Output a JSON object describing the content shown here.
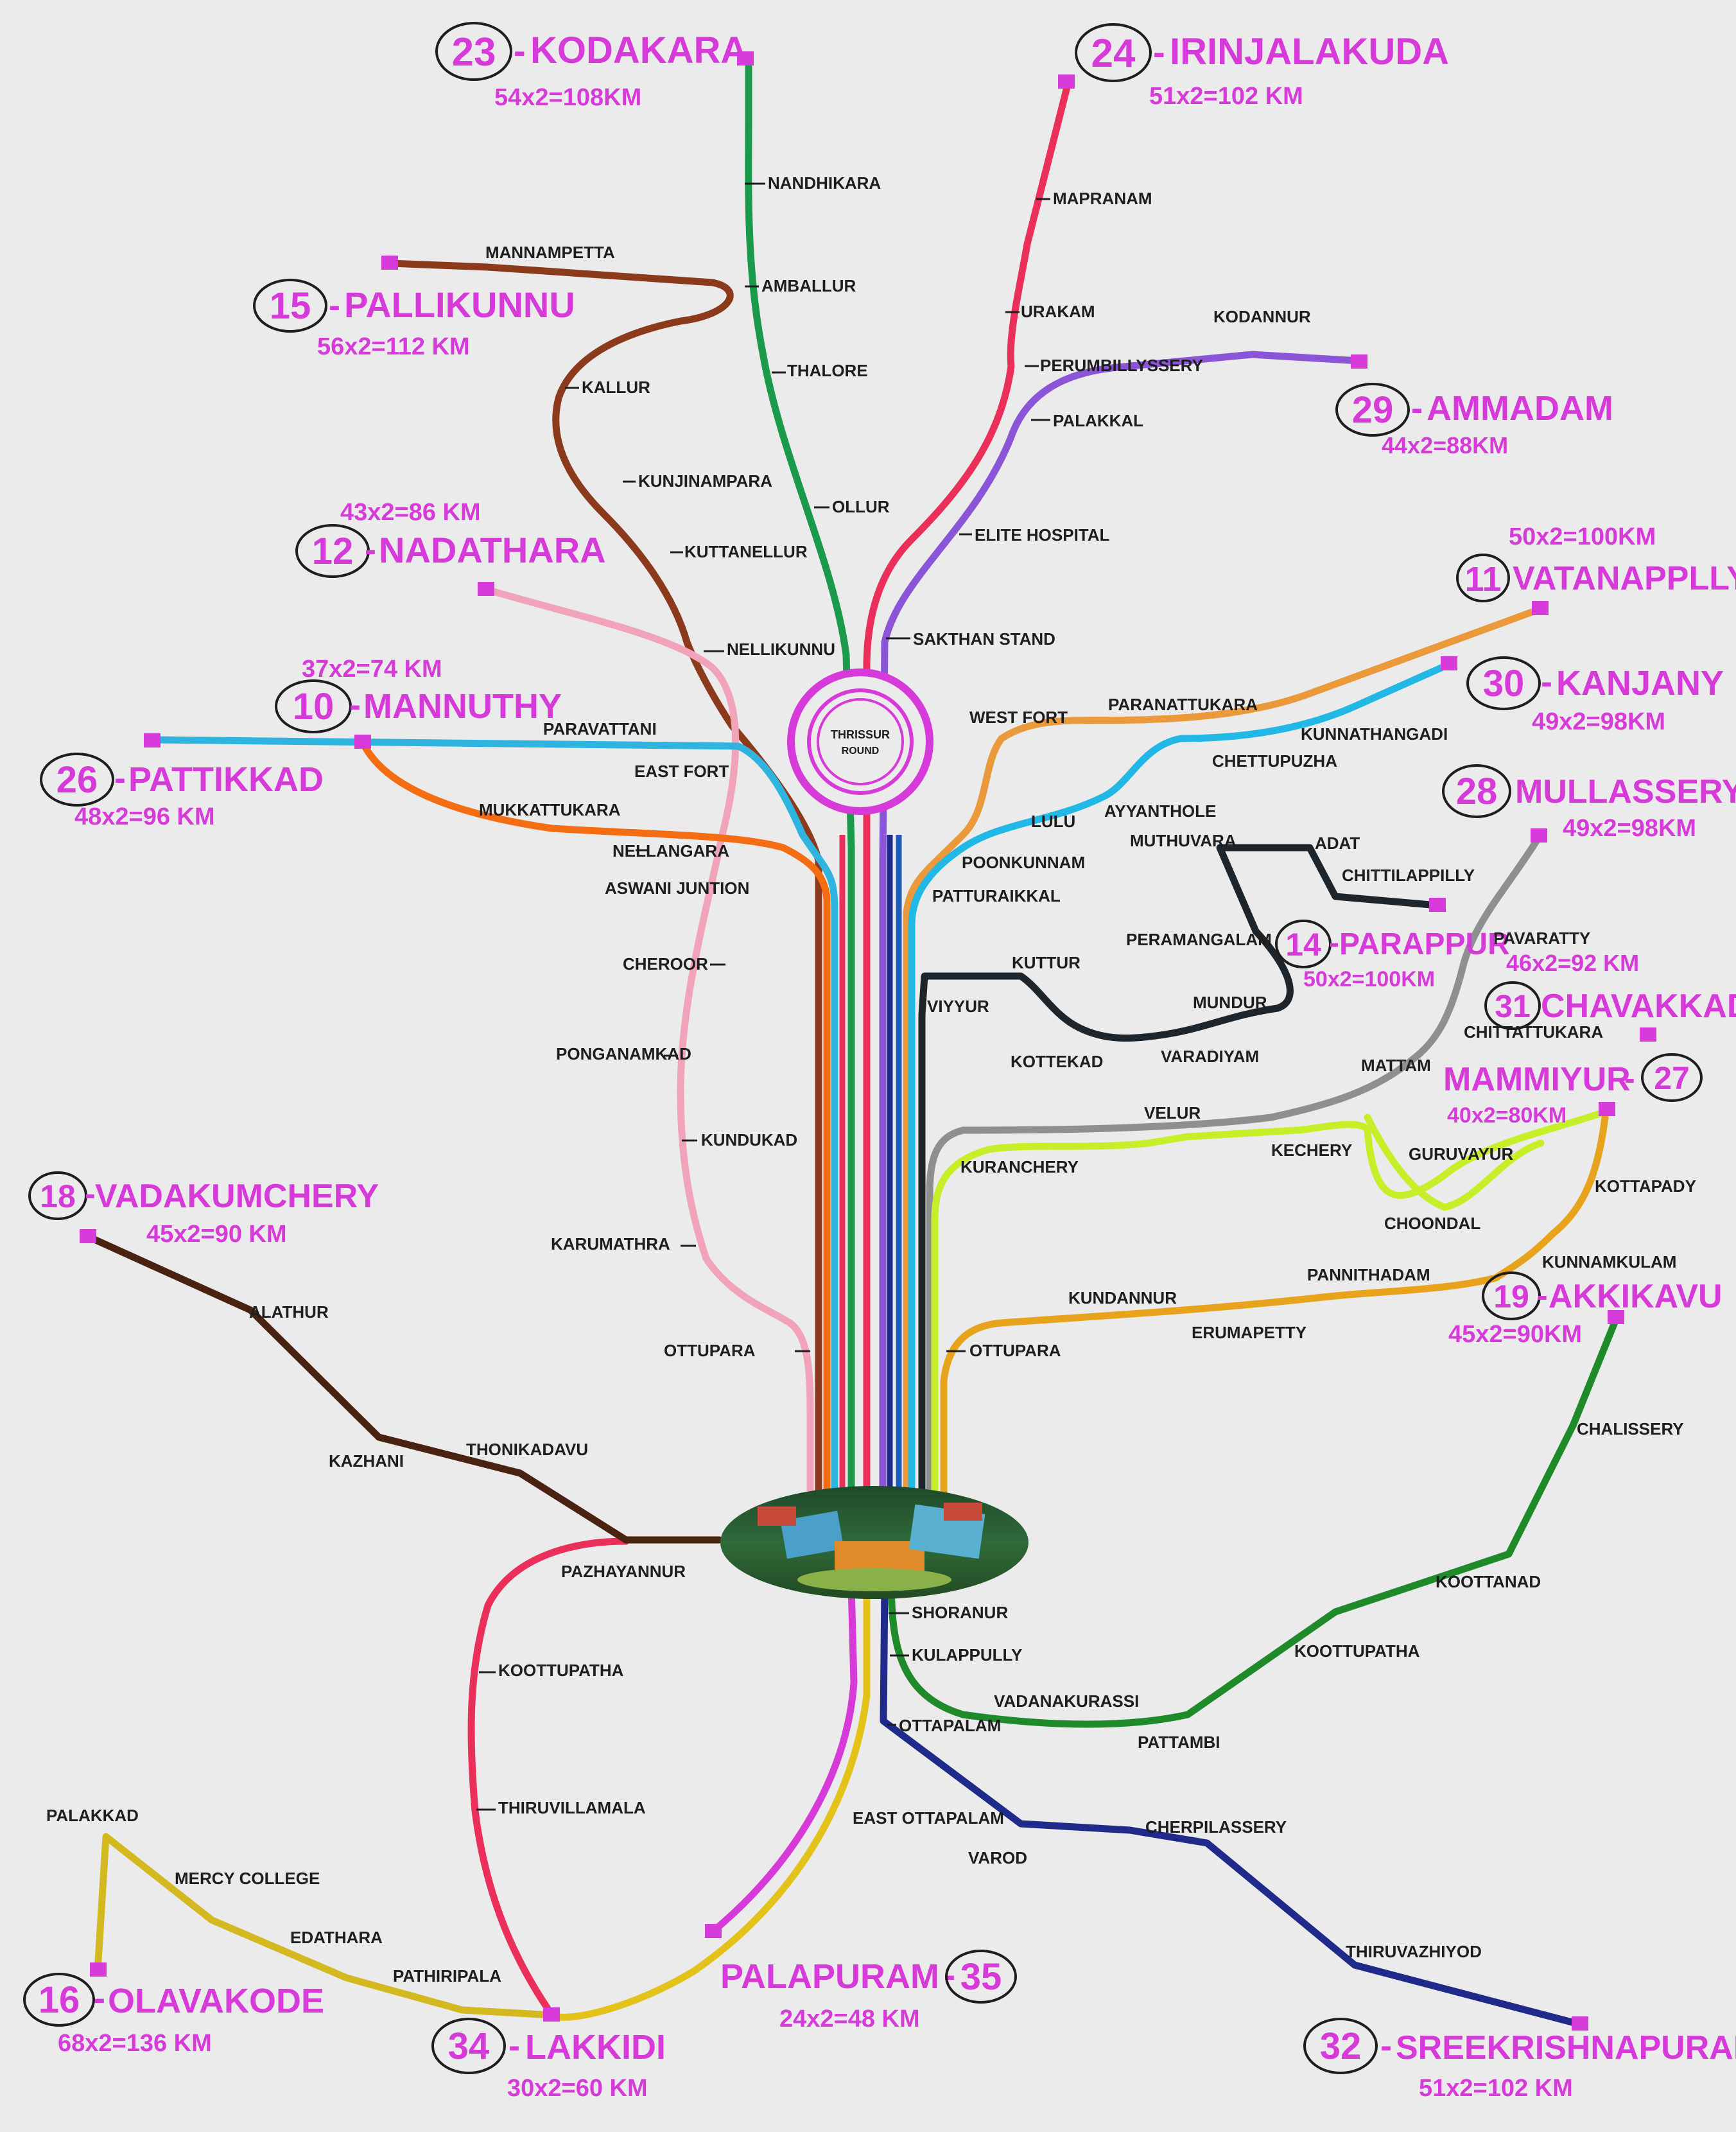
{
  "hub": {
    "line1": "THRISSUR",
    "line2": "ROUND"
  },
  "colors": {
    "magenta": "#d63ad8",
    "line_green": "#1a9a4a",
    "line_red": "#ea2f5a",
    "line_purple": "#8a55d6",
    "line_brown": "#8b3a1c",
    "line_pink": "#f1a3b9",
    "line_orange": "#f46d12",
    "line_cyan": "#2fb4e0",
    "line_blue": "#1e5cb8",
    "line_yellow": "#e3c21a",
    "line_navy": "#1f2a8a",
    "line_gray": "#8f8f8f",
    "line_lime": "#c6ef2a",
    "line_dark": "#1f262b",
    "line_darkgreen": "#1f8a2a",
    "line_gold": "#e8a31c",
    "line_darkbrown": "#4a2212"
  },
  "routes": [
    {
      "id": "r23",
      "number": "23",
      "name": "KODAKARA",
      "distance": "54x2=108KM"
    },
    {
      "id": "r24",
      "number": "24",
      "name": "IRINJALAKUDA",
      "distance": "51x2=102 KM"
    },
    {
      "id": "r15",
      "number": "15",
      "name": "PALLIKUNNU",
      "distance": "56x2=112 KM"
    },
    {
      "id": "r29",
      "number": "29",
      "name": "AMMADAM",
      "distance": "44x2=88KM"
    },
    {
      "id": "r12",
      "number": "12",
      "name": "NADATHARA",
      "distance": "43x2=86 KM"
    },
    {
      "id": "r11",
      "number": "11",
      "name": "VATANAPPLLY",
      "distance": "50x2=100KM"
    },
    {
      "id": "r10",
      "number": "10",
      "name": "MANNUTHY",
      "distance": "37x2=74 KM"
    },
    {
      "id": "r30",
      "number": "30",
      "name": "KANJANY",
      "distance": "49x2=98KM"
    },
    {
      "id": "r26",
      "number": "26",
      "name": "PATTIKKAD",
      "distance": "48x2=96 KM"
    },
    {
      "id": "r28",
      "number": "28",
      "name": "MULLASSERY",
      "distance": "49x2=98KM"
    },
    {
      "id": "r14",
      "number": "14",
      "name": "PARAPPUR",
      "distance": "50x2=100KM"
    },
    {
      "id": "r31",
      "number": "31",
      "name": "CHAVAKKAD",
      "distance": "46x2=92 KM"
    },
    {
      "id": "r27",
      "number": "27",
      "name": "MAMMIYUR",
      "distance": "40x2=80KM"
    },
    {
      "id": "r18",
      "number": "18",
      "name": "VADAKUMCHERY",
      "distance": "45x2=90 KM"
    },
    {
      "id": "r19",
      "number": "19",
      "name": "AKKIKAVU",
      "distance": "45x2=90KM"
    },
    {
      "id": "r16",
      "number": "16",
      "name": "OLAVAKODE",
      "distance": "68x2=136 KM"
    },
    {
      "id": "r34",
      "number": "34",
      "name": "LAKKIDI",
      "distance": "30x2=60 KM"
    },
    {
      "id": "r35",
      "number": "35",
      "name": "PALAPURAM",
      "distance": "24x2=48 KM"
    },
    {
      "id": "r32",
      "number": "32",
      "name": "SREEKRISHNAPURAM",
      "distance": "51x2=102 KM"
    }
  ],
  "stops": {
    "nandhikara": "NANDHIKARA",
    "amballur": "AMBALLUR",
    "thalore": "THALORE",
    "ollur": "OLLUR",
    "mapranam": "MAPRANAM",
    "urakam": "URAKAM",
    "perumbillyssery": "PERUMBILLYSSERY",
    "kodannur": "KODANNUR",
    "palakkal": "PALAKKAL",
    "elite_hospital": "ELITE HOSPITAL",
    "sakthan_stand": "SAKTHAN STAND",
    "mannampetta": "MANNAMPETTA",
    "kallur": "KALLUR",
    "kunjinampara": "KUNJINAMPARA",
    "kuttanellur": "KUTTANELLUR",
    "nellikunnu": "NELLIKUNNU",
    "paravattani": "PARAVATTANI",
    "east_fort": "EAST FORT",
    "mukkattukara": "MUKKATTUKARA",
    "nellangara": "NELLANGARA",
    "aswani_juntion": "ASWANI JUNTION",
    "cheroor": "CHEROOR",
    "ponganamkad": "PONGANAMKAD",
    "kundukad": "KUNDUKAD",
    "karumathra": "KARUMATHRA",
    "ottupara_l": "OTTUPARA",
    "west_fort": "WEST FORT",
    "paranattukara": "PARANATTUKARA",
    "chettupuzha": "CHETTUPUZHA",
    "kunnathangadi": "KUNNATHANGADI",
    "ayyanthole": "AYYANTHOLE",
    "lulu": "LULU",
    "poonkunnam": "POONKUNNAM",
    "patturaikkal": "PATTURAIKKAL",
    "muthuvara": "MUTHUVARA",
    "adat": "ADAT",
    "chittilappilly": "CHITTILAPPILLY",
    "peramangalam": "PERAMANGALAM",
    "mundur": "MUNDUR",
    "pavaratty": "PAVARATTY",
    "chittattukara": "CHITTATTUKARA",
    "kuttur": "KUTTUR",
    "viyyur": "VIYYUR",
    "kottekad": "KOTTEKAD",
    "varadiyam": "VARADIYAM",
    "mattam": "MATTAM",
    "velur": "VELUR",
    "kuranchery": "KURANCHERY",
    "kechery": "KECHERY",
    "guruvayur": "GURUVAYUR",
    "choondal": "CHOONDAL",
    "kottapady": "KOTTAPADY",
    "kunnamkulam": "KUNNAMKULAM",
    "kundannur": "KUNDANNUR",
    "pannithadam": "PANNITHADAM",
    "erumapetty": "ERUMAPETTY",
    "ottupara_r": "OTTUPARA",
    "alathur": "ALATHUR",
    "kazhani": "KAZHANI",
    "thonikadavu": "THONIKADAVU",
    "pazhayannur": "PAZHAYANNUR",
    "chalissery": "CHALISSERY",
    "koottanad": "KOOTTANAD",
    "koottupatha_r": "KOOTTUPATHA",
    "shoranur": "SHORANUR",
    "kulappully": "KULAPPULLY",
    "vadanakurassi": "VADANAKURASSI",
    "pattambi": "PATTAMBI",
    "ottapalam": "OTTAPALAM",
    "east_ottapalam": "EAST OTTAPALAM",
    "varod": "VAROD",
    "cherpilassery": "CHERPILASSERY",
    "thiruvazhiyod": "THIRUVAZHIYOD",
    "koottupatha_l": "KOOTTUPATHA",
    "thiruvillamala": "THIRUVILLAMALA",
    "palakkad": "PALAKKAD",
    "mercy_college": "MERCY COLLEGE",
    "edathara": "EDATHARA",
    "pathiripala": "PATHIRIPALA"
  }
}
